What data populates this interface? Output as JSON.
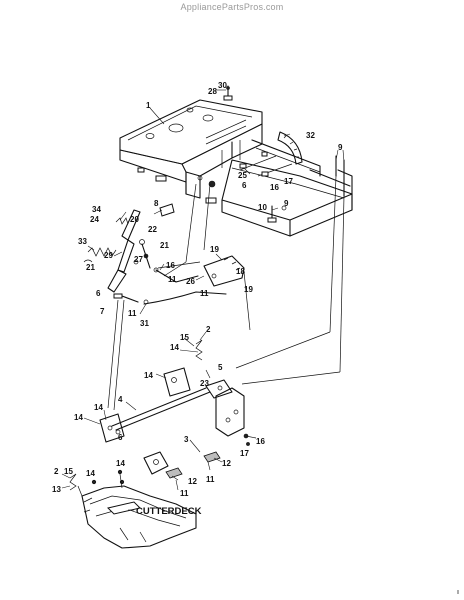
{
  "watermark": "AppliancePartsPros.com",
  "deck_label": "CUTTERDECK",
  "callouts": [
    {
      "id": "c1",
      "text": "1"
    },
    {
      "id": "c30",
      "text": "30"
    },
    {
      "id": "c28",
      "text": "28"
    },
    {
      "id": "c32",
      "text": "32"
    },
    {
      "id": "c9a",
      "text": "9"
    },
    {
      "id": "c25",
      "text": "25"
    },
    {
      "id": "c16a",
      "text": "16"
    },
    {
      "id": "c17a",
      "text": "17"
    },
    {
      "id": "c6a",
      "text": "6"
    },
    {
      "id": "c10",
      "text": "10"
    },
    {
      "id": "c9b",
      "text": "9"
    },
    {
      "id": "c34",
      "text": "34"
    },
    {
      "id": "c24",
      "text": "24"
    },
    {
      "id": "c8",
      "text": "8"
    },
    {
      "id": "c20",
      "text": "20"
    },
    {
      "id": "c22",
      "text": "22"
    },
    {
      "id": "c33",
      "text": "33"
    },
    {
      "id": "c29",
      "text": "29"
    },
    {
      "id": "c27",
      "text": "27"
    },
    {
      "id": "c21a",
      "text": "21"
    },
    {
      "id": "c21b",
      "text": "21"
    },
    {
      "id": "c16b",
      "text": "16"
    },
    {
      "id": "c19a",
      "text": "19"
    },
    {
      "id": "c18",
      "text": "18"
    },
    {
      "id": "c26",
      "text": "26"
    },
    {
      "id": "c19b",
      "text": "19"
    },
    {
      "id": "c11a",
      "text": "11"
    },
    {
      "id": "c11b",
      "text": "11"
    },
    {
      "id": "c6b",
      "text": "6"
    },
    {
      "id": "c7",
      "text": "7"
    },
    {
      "id": "c11c",
      "text": "11"
    },
    {
      "id": "c31",
      "text": "31"
    },
    {
      "id": "c15a",
      "text": "15"
    },
    {
      "id": "c2a",
      "text": "2"
    },
    {
      "id": "c14a",
      "text": "14"
    },
    {
      "id": "c5",
      "text": "5"
    },
    {
      "id": "c14b",
      "text": "14"
    },
    {
      "id": "c23",
      "text": "23"
    },
    {
      "id": "c4",
      "text": "4"
    },
    {
      "id": "c14c",
      "text": "14"
    },
    {
      "id": "c14d",
      "text": "14"
    },
    {
      "id": "c6c",
      "text": "6"
    },
    {
      "id": "c3",
      "text": "3"
    },
    {
      "id": "c16c",
      "text": "16"
    },
    {
      "id": "c17b",
      "text": "17"
    },
    {
      "id": "c12a",
      "text": "12"
    },
    {
      "id": "c12b",
      "text": "12"
    },
    {
      "id": "c11d",
      "text": "11"
    },
    {
      "id": "c11e",
      "text": "11"
    },
    {
      "id": "c14e",
      "text": "14"
    },
    {
      "id": "c2b",
      "text": "2"
    },
    {
      "id": "c15b",
      "text": "15"
    },
    {
      "id": "c14f",
      "text": "14"
    },
    {
      "id": "c13",
      "text": "13"
    }
  ]
}
